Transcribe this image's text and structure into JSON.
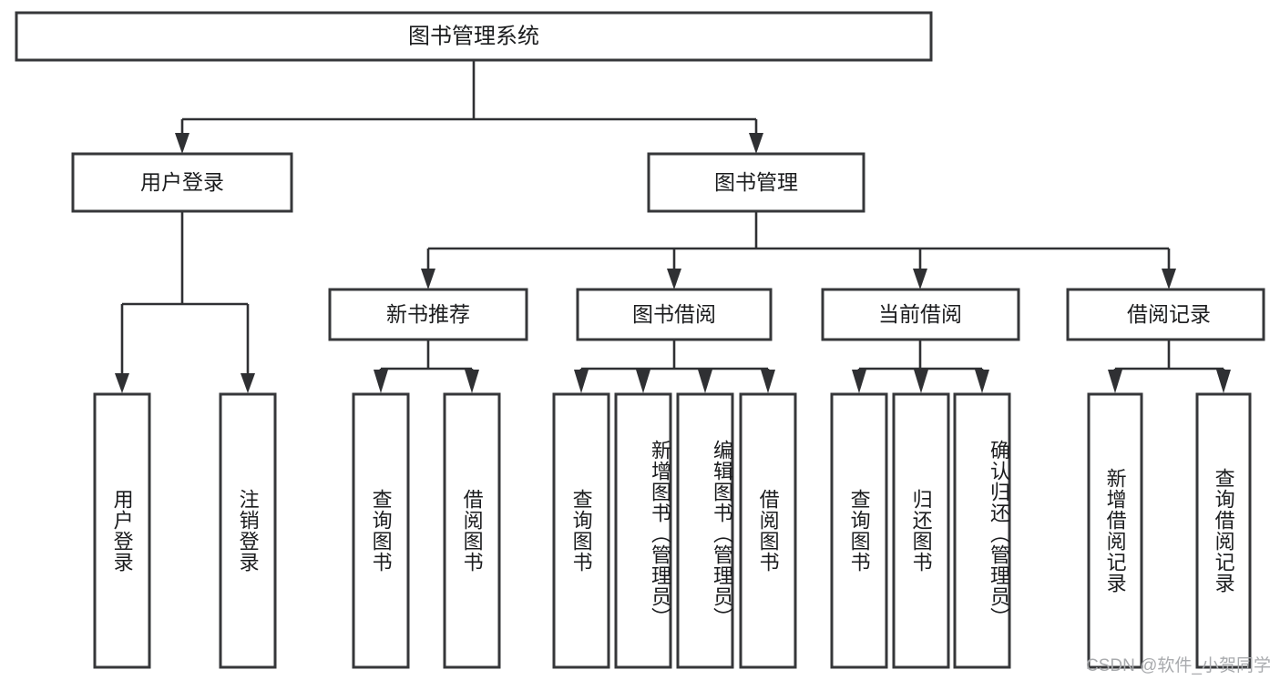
{
  "diagram": {
    "type": "tree",
    "title": "图书管理系统",
    "root": {
      "id": "root",
      "label": "图书管理系统"
    },
    "level1": [
      {
        "id": "login",
        "label": "用户登录"
      },
      {
        "id": "book_mgmt",
        "label": "图书管理"
      }
    ],
    "level2": [
      {
        "id": "new_books",
        "label": "新书推荐",
        "parent": "book_mgmt"
      },
      {
        "id": "borrow",
        "label": "图书借阅",
        "parent": "book_mgmt"
      },
      {
        "id": "current_borrow",
        "label": "当前借阅",
        "parent": "book_mgmt"
      },
      {
        "id": "borrow_record",
        "label": "借阅记录",
        "parent": "book_mgmt"
      }
    ],
    "leaves": [
      {
        "id": "leaf_user_login",
        "label": "用户登录",
        "parent": "login"
      },
      {
        "id": "leaf_logout",
        "label": "注销登录",
        "parent": "login"
      },
      {
        "id": "leaf_query_book_1",
        "label": "查询图书",
        "parent": "new_books"
      },
      {
        "id": "leaf_borrow_book_1",
        "label": "借阅图书",
        "parent": "new_books"
      },
      {
        "id": "leaf_query_book_2",
        "label": "查询图书",
        "parent": "borrow"
      },
      {
        "id": "leaf_add_book",
        "label": "新增图书（管理员）",
        "parent": "borrow"
      },
      {
        "id": "leaf_edit_book",
        "label": "编辑图书（管理员）",
        "parent": "borrow"
      },
      {
        "id": "leaf_borrow_book_2",
        "label": "借阅图书",
        "parent": "borrow"
      },
      {
        "id": "leaf_query_book_3",
        "label": "查询图书",
        "parent": "current_borrow"
      },
      {
        "id": "leaf_return_book",
        "label": "归还图书",
        "parent": "current_borrow"
      },
      {
        "id": "leaf_confirm_return",
        "label": "确认归还（管理员）",
        "parent": "current_borrow"
      },
      {
        "id": "leaf_add_record",
        "label": "新增借阅记录",
        "parent": "borrow_record"
      },
      {
        "id": "leaf_query_record",
        "label": "查询借阅记录",
        "parent": "borrow_record"
      }
    ],
    "colors": {
      "box_stroke": "#36373a",
      "link_stroke": "#2f3033",
      "box_fill": "#ffffff",
      "text": "#1b1c1e",
      "watermark": "#a9abae"
    }
  },
  "watermark": {
    "text": "CSDN @软件_小贺同学"
  }
}
